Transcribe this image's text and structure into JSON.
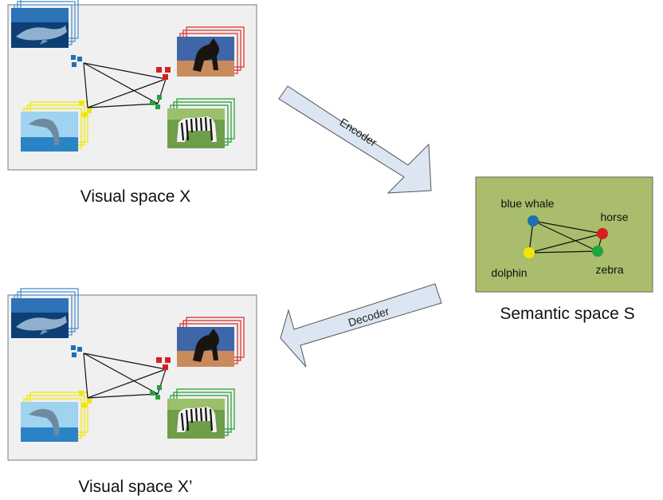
{
  "visual_space": {
    "caption": "Visual space X",
    "images": [
      {
        "name": "blue whale",
        "icon": "whale-photo",
        "color": "#1f6fb2"
      },
      {
        "name": "horse",
        "icon": "horse-photo",
        "color": "#d81f1f"
      },
      {
        "name": "dolphin",
        "icon": "dolphin-photo",
        "color": "#f2e600"
      },
      {
        "name": "zebra",
        "icon": "zebra-photo",
        "color": "#1fa33d"
      }
    ]
  },
  "encoder": {
    "label": "Encoder"
  },
  "decoder": {
    "label": "Decoder"
  },
  "semantic_space": {
    "caption": "Semantic space S",
    "background": "#a9bd6c",
    "nodes": [
      {
        "label": "blue whale",
        "color": "#1f6fb2"
      },
      {
        "label": "horse",
        "color": "#d81f1f"
      },
      {
        "label": "dolphin",
        "color": "#f2e600"
      },
      {
        "label": "zebra",
        "color": "#1fa33d"
      }
    ]
  },
  "reconstructed_space": {
    "caption": "Visual space X’"
  }
}
